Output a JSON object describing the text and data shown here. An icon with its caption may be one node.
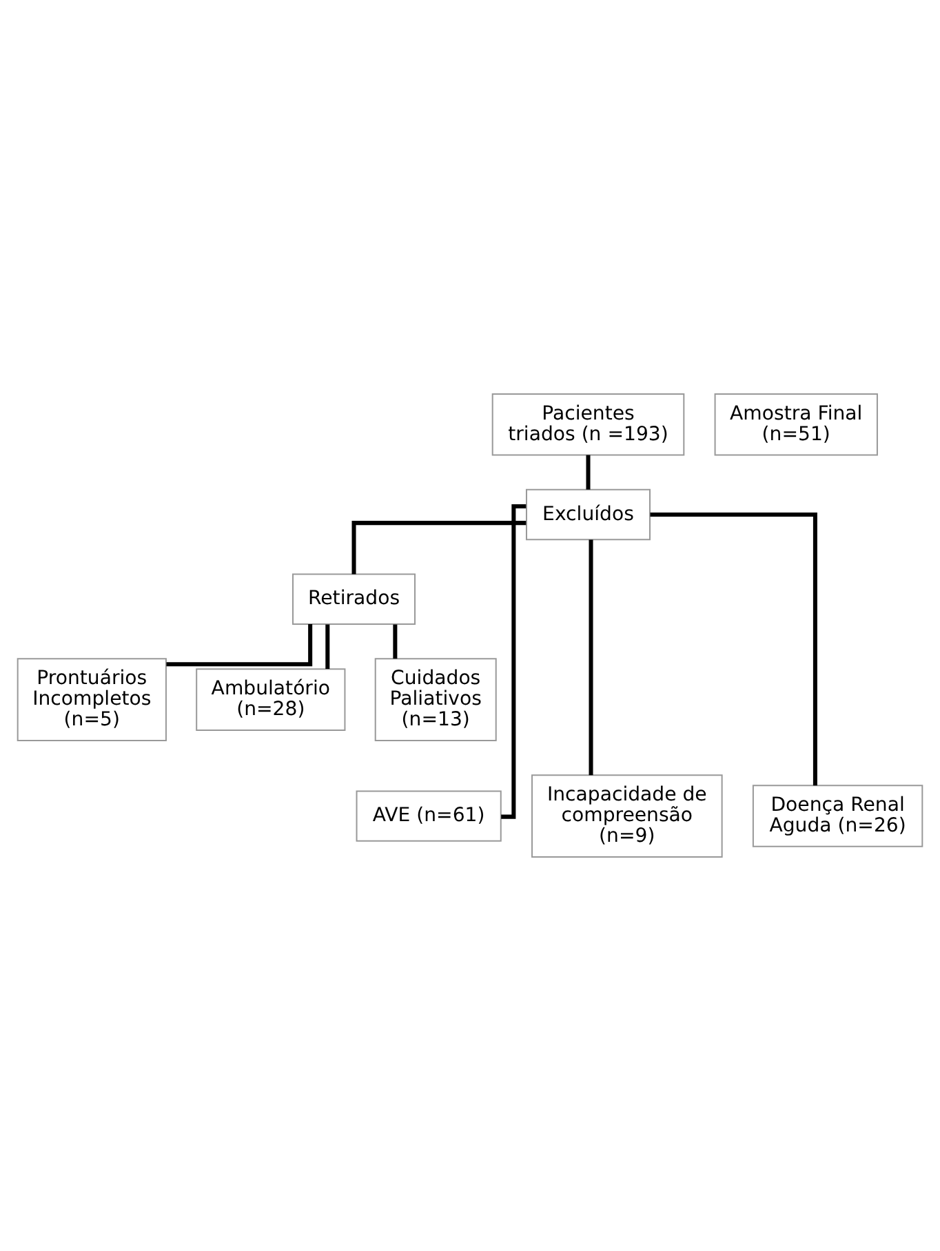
{
  "diagram": {
    "nodes": [
      {
        "text": [
          "Pacientes triados (n =193)"
        ]
      },
      {
        "text": [
          "Amostra Final (n=51)"
        ]
      },
      {
        "text": [
          "Excluídos"
        ]
      },
      {
        "text": [
          "Retirados"
        ]
      },
      {
        "text": [
          "Prontuários Incompletos (n=5)"
        ]
      },
      {
        "text": [
          "Ambulatório (n=28)"
        ]
      },
      {
        "text": [
          "Cuidados Paliativos (n=13)"
        ]
      },
      {
        "text": [
          "AVE (n=61)"
        ]
      },
      {
        "text": [
          "Incapacidade de compreensão (n=9)"
        ]
      },
      {
        "text": [
          "Doença Renal Aguda (n=26)"
        ]
      }
    ],
    "edges": [
      {
        "from": 0,
        "to": 2,
        "arrow": "none"
      },
      {
        "from": 2,
        "to": 3,
        "arrow": "none"
      },
      {
        "from": 3,
        "to": 4,
        "arrow": "none"
      },
      {
        "from": 3,
        "to": 5,
        "arrow": "none"
      },
      {
        "from": 3,
        "to": 6,
        "arrow": "none"
      },
      {
        "from": 2,
        "to": 7,
        "arrow": "none"
      },
      {
        "from": 2,
        "to": 8,
        "arrow": "none"
      },
      {
        "from": 2,
        "to": 9,
        "arrow": "none"
      }
    ]
  }
}
